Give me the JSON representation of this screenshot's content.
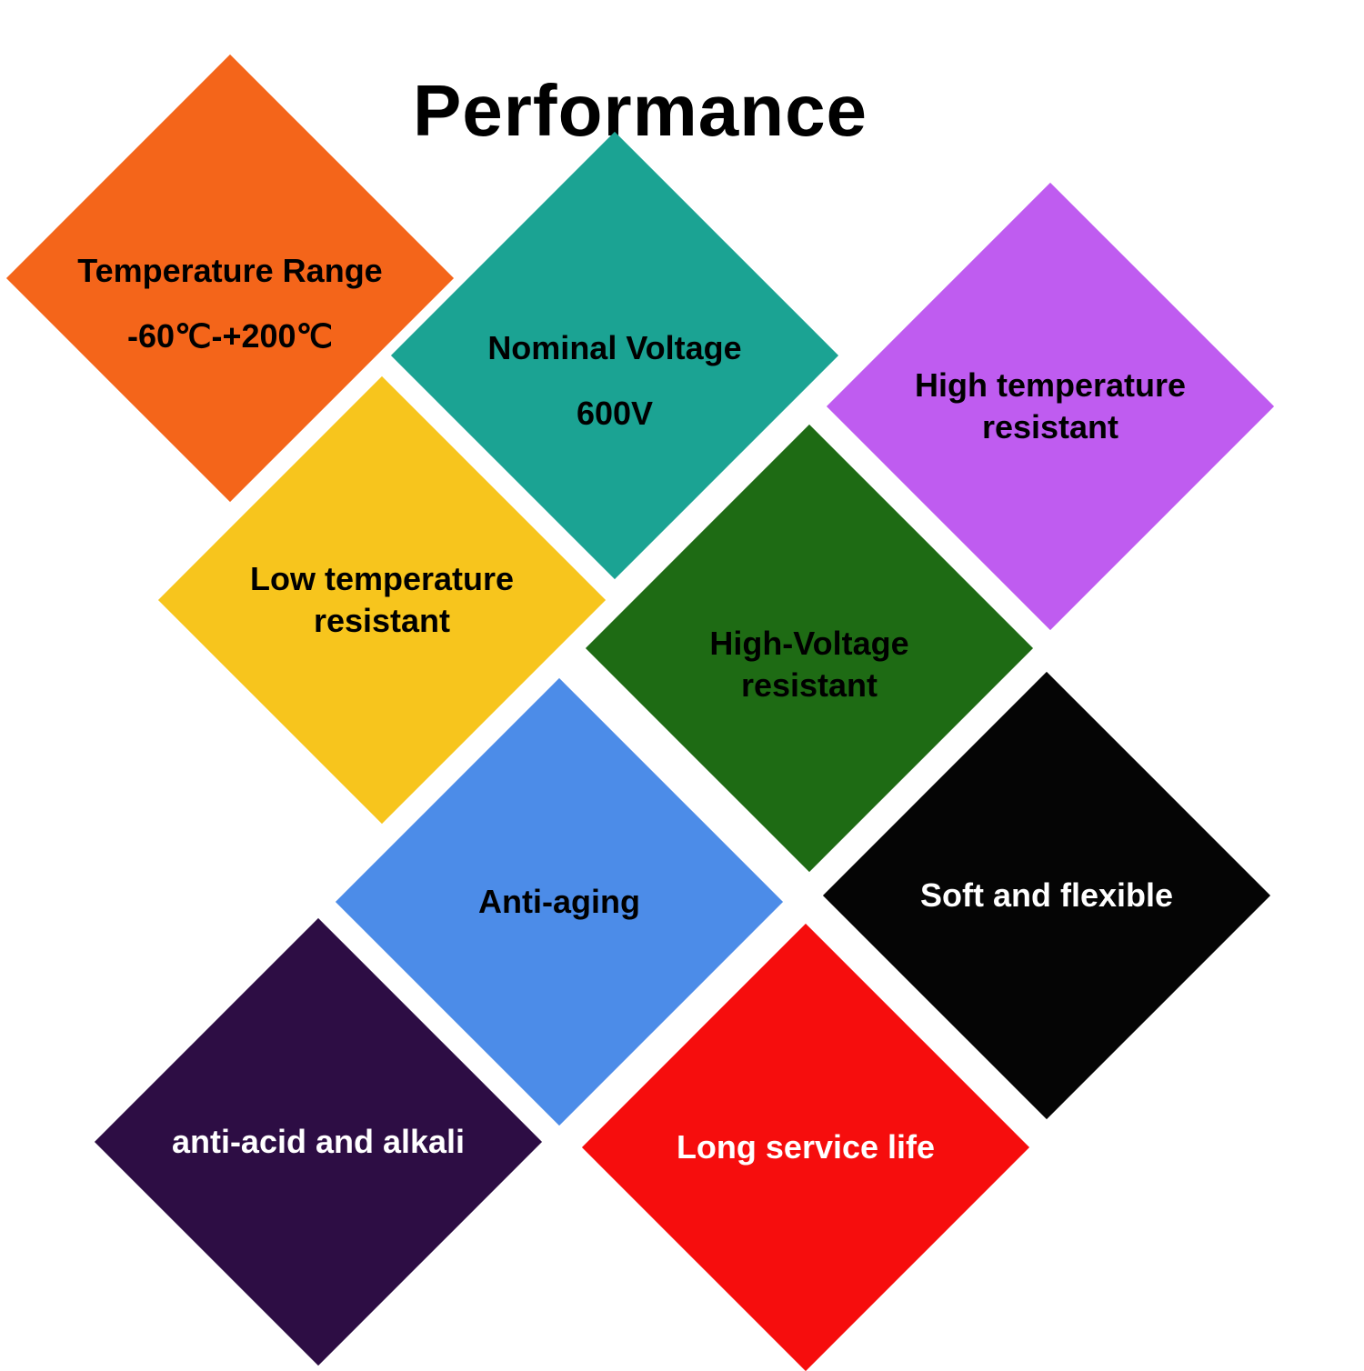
{
  "title": "Performance",
  "features": [
    {
      "name": "temperature-range",
      "title": "Temperature Range",
      "value": "-60℃-+200℃",
      "color": "#F4651A",
      "text_color": "#000000"
    },
    {
      "name": "nominal-voltage",
      "title": "Nominal Voltage",
      "value": "600V",
      "color": "#1BA393",
      "text_color": "#000000"
    },
    {
      "name": "high-temperature-resistant",
      "title": "High temperature resistant",
      "color": "#BF5CF0",
      "text_color": "#000000"
    },
    {
      "name": "low-temperature-resistant",
      "title": "Low temperature resistant",
      "color": "#F7C51D",
      "text_color": "#000000"
    },
    {
      "name": "high-voltage-resistant",
      "title": "High-Voltage resistant",
      "color": "#1E6B14",
      "text_color": "#000000"
    },
    {
      "name": "soft-and-flexible",
      "title": "Soft and flexible",
      "color": "#050505",
      "text_color": "#FFFFFF"
    },
    {
      "name": "anti-aging",
      "title": "Anti-aging",
      "color": "#4C8CE8",
      "text_color": "#000000"
    },
    {
      "name": "anti-acid-and-alkali",
      "title": "anti-acid and alkali",
      "color": "#2D0D44",
      "text_color": "#FFFFFF"
    },
    {
      "name": "long-service-life",
      "title": "Long service life",
      "color": "#F60D0D",
      "text_color": "#FFFFFF"
    }
  ]
}
